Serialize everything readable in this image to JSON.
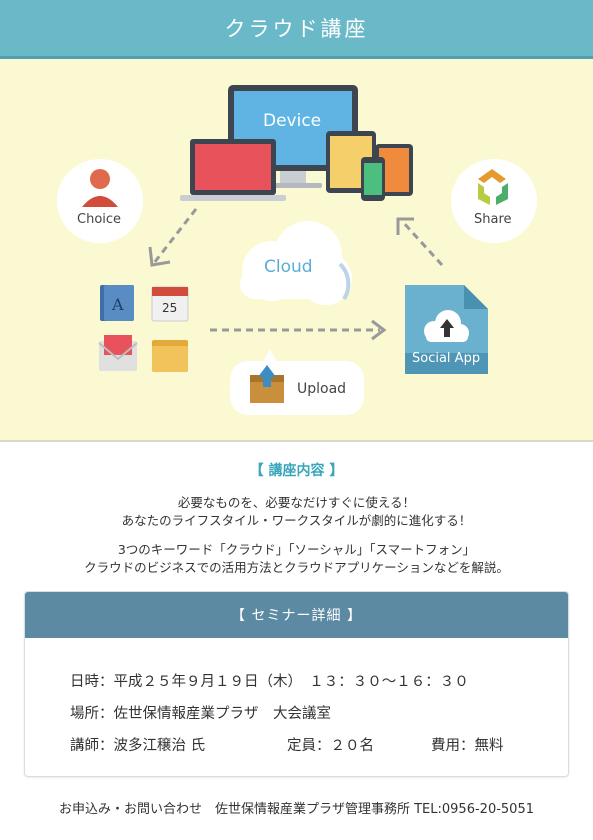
{
  "header": {
    "title": "クラウド講座"
  },
  "hero": {
    "device_label": "Device",
    "choice_label": "Choice",
    "share_label": "Share",
    "cloud_label": "Cloud",
    "calendar_day": "25",
    "book_letter": "A",
    "social_app_label": "Social App",
    "upload_label": "Upload"
  },
  "content": {
    "section_title": "【 講座内容 】",
    "lines": [
      "必要なものを、必要なだけすぐに使える！",
      "あなたのライフスタイル・ワークスタイルが劇的に進化する！",
      "3つのキーワード「クラウド」「ソーシャル」「スマートフォン」",
      "クラウドのビジネスでの活用方法とクラウドアプリケーションなどを解説。"
    ]
  },
  "seminar": {
    "title": "【 セミナー詳細 】",
    "datetime": "日時：平成２５年９月１９日（木）　１３：３０〜１６：３０",
    "place": "場所：佐世保情報産業プラザ　大会議室",
    "lecturer": "講師：波多江穣治 氏",
    "capacity": "定員：２０名",
    "fee": "費用：無料"
  },
  "footer": {
    "contact": "お申込み・お問い合わせ　佐世保情報産業プラザ管理事務所 TEL:0956-20-5051"
  }
}
